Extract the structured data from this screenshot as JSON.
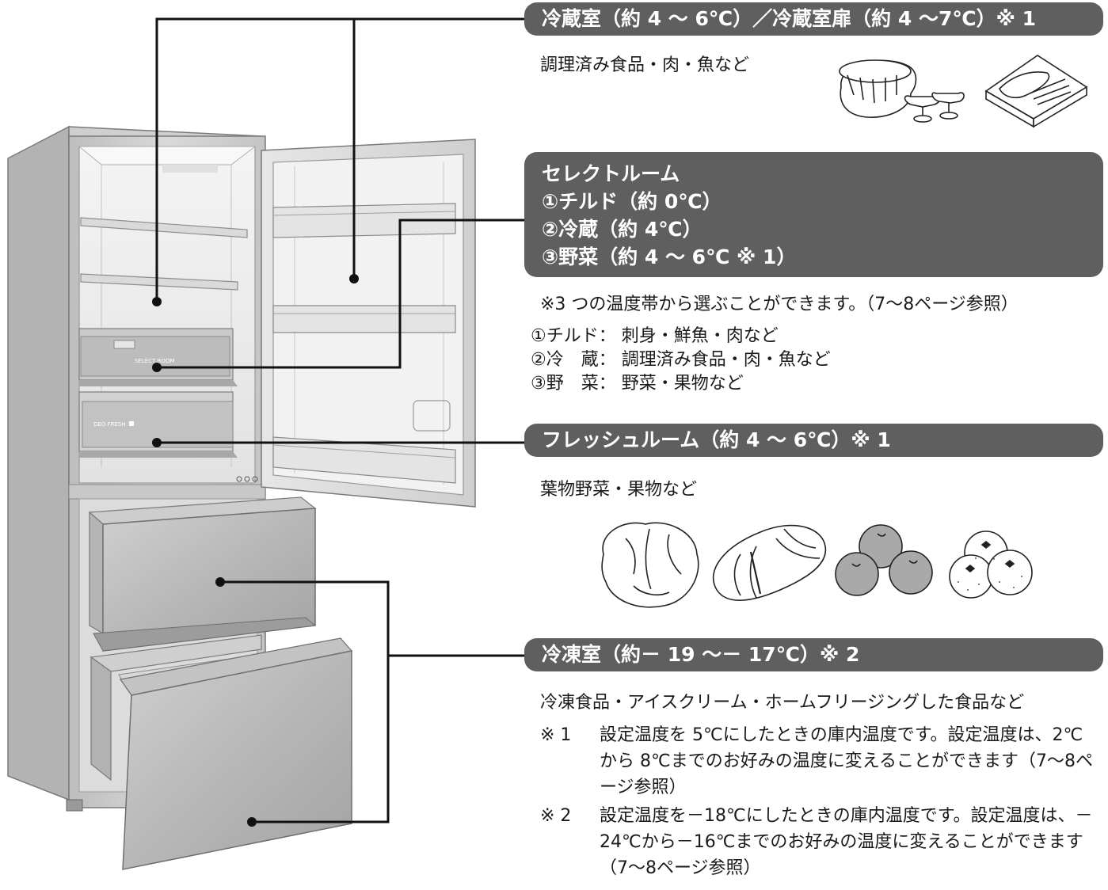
{
  "bands": {
    "fridge": "冷蔵室（約 4 ～ 6℃）／冷蔵室扉（約 4 ～7℃）※ 1",
    "select": [
      "セレクトルーム",
      "①チルド（約 0℃）",
      "②冷蔵（約 4℃）",
      "③野菜（約 4 ～ 6℃ ※ 1）"
    ],
    "fresh": "フレッシュルーム（約 4 ～ 6℃）※ 1",
    "freezer": "冷凍室（約－ 19 ～－ 17℃）※ 2"
  },
  "texts": {
    "fridge_foods": "調理済み食品・肉・魚など",
    "select_note": "※3 つの温度帯から選ぶことができます。（7～8ページ参照）",
    "select_items": [
      "①チルド： 刺身・鮮魚・肉など",
      "②冷　蔵： 調理済み食品・肉・魚など",
      "③野　菜： 野菜・果物など"
    ],
    "fresh_foods": "葉物野菜・果物など",
    "freezer_foods": "冷凍食品・アイスクリーム・ホームフリージングした食品など"
  },
  "notes": [
    {
      "mark": "※ 1",
      "text": "設定温度を 5℃にしたときの庫内温度です。設定温度は、2℃から 8℃までのお好みの温度に変えることができます（7～8ページ参照）"
    },
    {
      "mark": "※ 2",
      "text": "設定温度を－18℃にしたときの庫内温度です。設定温度は、－24℃から－16℃までのお好みの温度に変えることができます（7～8ページ参照）"
    }
  ],
  "fridge_labels": {
    "select_room": "SELECT ROOM",
    "deo_fresh": "DEO FRESH"
  },
  "colors": {
    "band": "#5f5f5f",
    "fridge_body": "#d6d6d6",
    "fridge_dark": "#8a8a8a",
    "interior": "#ececec",
    "produce": "#a9a9a9"
  },
  "icons": [
    "covered-dish-icon",
    "sashimi-tray-icon",
    "lettuce-icon",
    "chinese-cabbage-icon",
    "apples-icon",
    "mandarins-icon"
  ]
}
